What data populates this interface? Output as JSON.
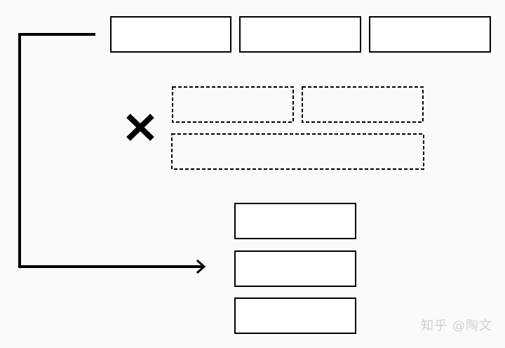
{
  "diagram": {
    "watermark": "知乎 @陶文",
    "colors": {
      "background": "#fafafa",
      "stroke": "#000000",
      "box_fill": "#ffffff",
      "watermark": "#d0d0d0"
    },
    "top_row": {
      "box_count": 3,
      "style": "solid"
    },
    "rejected_group": {
      "box_count": 3,
      "style": "dashed",
      "marker_icon": "cross-icon"
    },
    "result_column": {
      "box_count": 3,
      "style": "solid"
    },
    "connector": {
      "from": "top_row",
      "to": "result_column",
      "icon": "arrow-right-icon"
    }
  }
}
